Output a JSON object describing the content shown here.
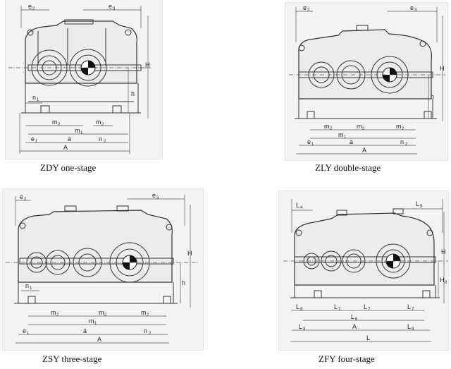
{
  "panels": [
    {
      "id": "zdy",
      "caption": "ZDY one-stage",
      "labels": {
        "e2": "e",
        "e2s": "2",
        "e3": "e",
        "e3s": "3",
        "H": "H",
        "h": "h",
        "n1": "n",
        "n1s": "1",
        "m2a": "m",
        "m2as": "2",
        "m2b": "m",
        "m2bs": "2",
        "m1": "m",
        "m1s": "1",
        "a": "a",
        "n2": "n",
        "n2s": "2",
        "e1": "e",
        "e1s": "1",
        "A": "A"
      }
    },
    {
      "id": "zly",
      "caption": "ZLY double-stage",
      "labels": {
        "e2": "e",
        "e2s": "2",
        "e3": "e",
        "e3s": "3",
        "H": "H",
        "h": "h",
        "m2a": "m",
        "m2as": "2",
        "m2b": "m",
        "m2bs": "2",
        "m2c": "m",
        "m2cs": "2",
        "m1": "m",
        "m1s": "1",
        "e1": "e",
        "e1s": "1",
        "a": "a",
        "n2": "n",
        "n2s": "2",
        "A": "A"
      }
    },
    {
      "id": "zsy",
      "caption": "ZSY three-stage",
      "labels": {
        "e2": "e",
        "e2s": "2",
        "e3": "e",
        "e3s": "3",
        "H": "H",
        "h": "h",
        "n1": "n",
        "n1s": "1",
        "m2a": "m",
        "m2as": "2",
        "m2b": "m",
        "m2bs": "2",
        "m2c": "m",
        "m2cs": "2",
        "m1": "m",
        "m1s": "1",
        "e1": "e",
        "e1s": "1",
        "a": "a",
        "n2": "n",
        "n2s": "2",
        "A": "A"
      }
    },
    {
      "id": "zfy",
      "caption": "ZFY four-stage",
      "labels": {
        "L4": "L",
        "L4s": "4",
        "L5": "L",
        "L5s": "5",
        "H": "H",
        "H0": "H",
        "H0s": "0",
        "L8": "L",
        "L8s": "8",
        "L7a": "L",
        "L7as": "7",
        "L7b": "L",
        "L7bs": "7",
        "L7c": "L",
        "L7cs": "7",
        "L6": "L",
        "L6s": "6",
        "L3": "L",
        "L3s": "3",
        "A": "A",
        "L9": "L",
        "L9s": "9",
        "L": "L"
      }
    }
  ]
}
